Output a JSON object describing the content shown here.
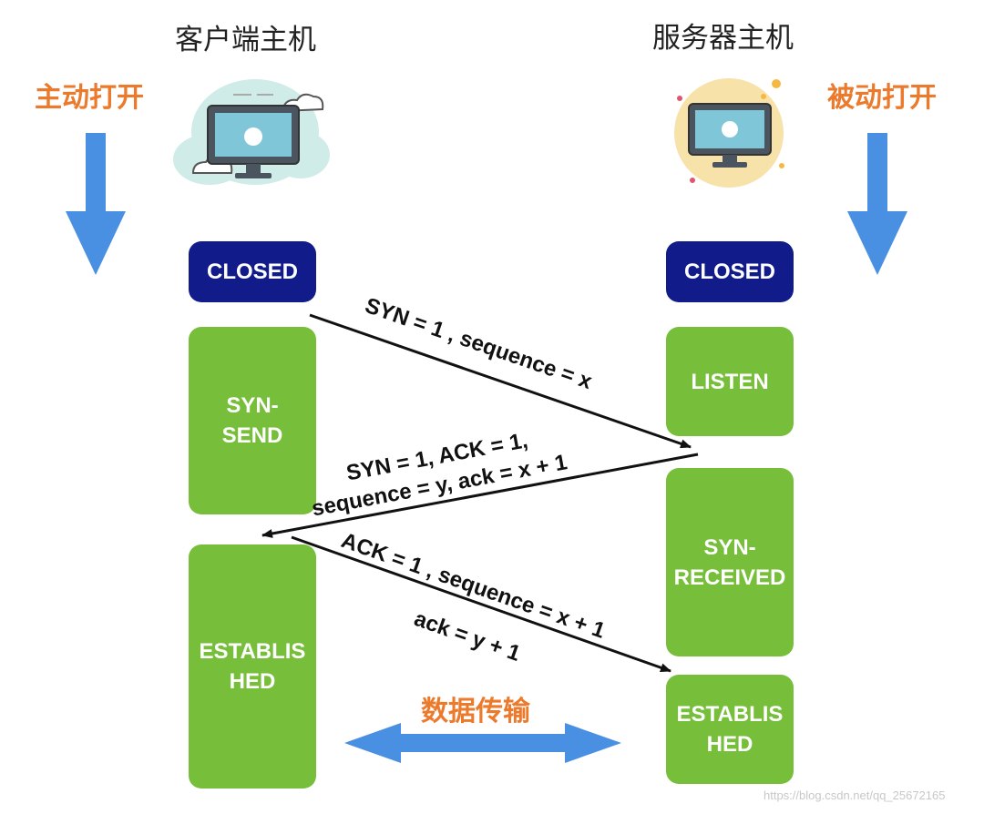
{
  "client": {
    "title": "客户端主机",
    "mode": "主动打开",
    "icon": "computer-cloud-icon"
  },
  "server": {
    "title": "服务器主机",
    "mode": "被动打开",
    "icon": "computer-sun-icon"
  },
  "client_states": [
    "CLOSED",
    "SYN-\nSEND",
    "ESTABLIS\nHED"
  ],
  "server_states": [
    "CLOSED",
    "LISTEN",
    "SYN-\nRECEIVED",
    "ESTABLIS\nHED"
  ],
  "messages": {
    "m1": "SYN = 1 , sequence = x",
    "m2_line1": "SYN = 1, ACK = 1,",
    "m2_line2": "sequence = y, ack = x + 1",
    "m3_line1": "ACK = 1 , sequence = x + 1",
    "m3_line2": "ack = y + 1"
  },
  "data_transfer": "数据传输",
  "watermark": "https://blog.csdn.net/qq_25672165",
  "colors": {
    "closed": "#111c8a",
    "state": "#77bf3a",
    "accent": "#ec7a2c",
    "arrow": "#4a90e2"
  }
}
